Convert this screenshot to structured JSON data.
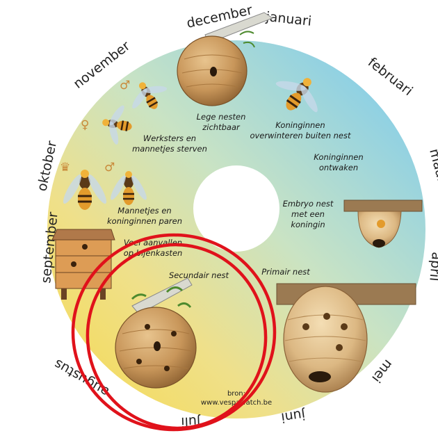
{
  "months": {
    "januari": "januari",
    "februari": "februari",
    "maart": "maart",
    "april": "april",
    "mei": "mei",
    "juni": "juni",
    "juli": "juli",
    "augustus": "augustus",
    "september": "september",
    "oktober": "oktober",
    "november": "november",
    "december": "december"
  },
  "stages": {
    "lege_nesten": [
      "Lege nesten",
      "zichtbaar"
    ],
    "koninginnen_overwinteren": [
      "Koninginnen",
      "overwinteren buiten nest"
    ],
    "koninginnen_ontwaken": [
      "Koninginnen",
      "ontwaken"
    ],
    "embryo_nest": [
      "Embryo nest",
      "met een",
      "koningin"
    ],
    "primair_nest": "Primair nest",
    "secundair_nest": "Secundair nest",
    "veel_aanvallen": [
      "Veel aanvallen",
      "op bijenkasten"
    ],
    "mannetjes_koninginnen_paren": [
      "Mannetjes en",
      "koninginnen paren"
    ],
    "werksters_sterven": [
      "Werksters en",
      "mannetjes sterven"
    ]
  },
  "source": {
    "label": "bron:",
    "url": "www.vespawatch.be"
  },
  "symbols": {
    "male": "♂",
    "female": "♀",
    "queen": "♛"
  },
  "colors": {
    "ring_blue": "#8fd0ee",
    "ring_yellow": "#f3df6a",
    "annotation_red": "#e0121b",
    "nest": "#c8965a"
  }
}
